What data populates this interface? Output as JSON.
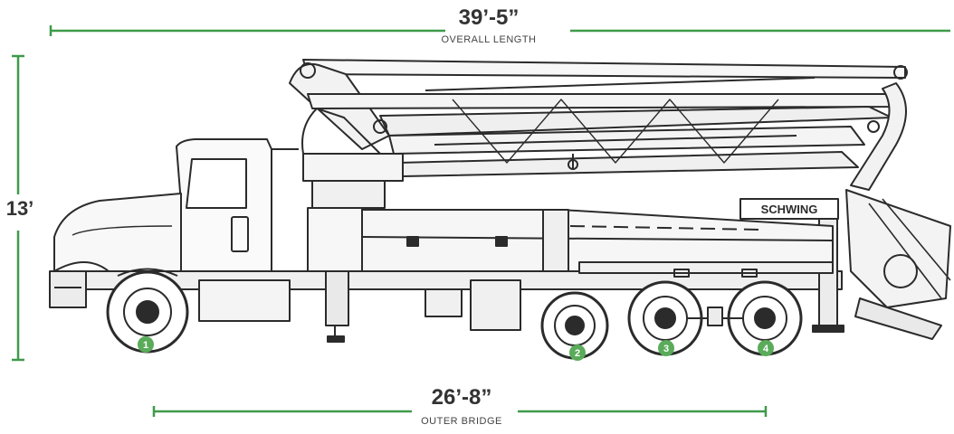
{
  "overall": {
    "value": "39’-5”",
    "label": "OVERALL LENGTH"
  },
  "height": {
    "value": "13’"
  },
  "bridge": {
    "value": "26’-8”",
    "label": "OUTER BRIDGE"
  },
  "brand": "SCHWING",
  "axles": [
    "1",
    "2",
    "3",
    "4"
  ],
  "colors": {
    "dimension_line": "#3f9a4a",
    "axle_badge": "#5aab5a",
    "ink": "#2b2b2b"
  }
}
